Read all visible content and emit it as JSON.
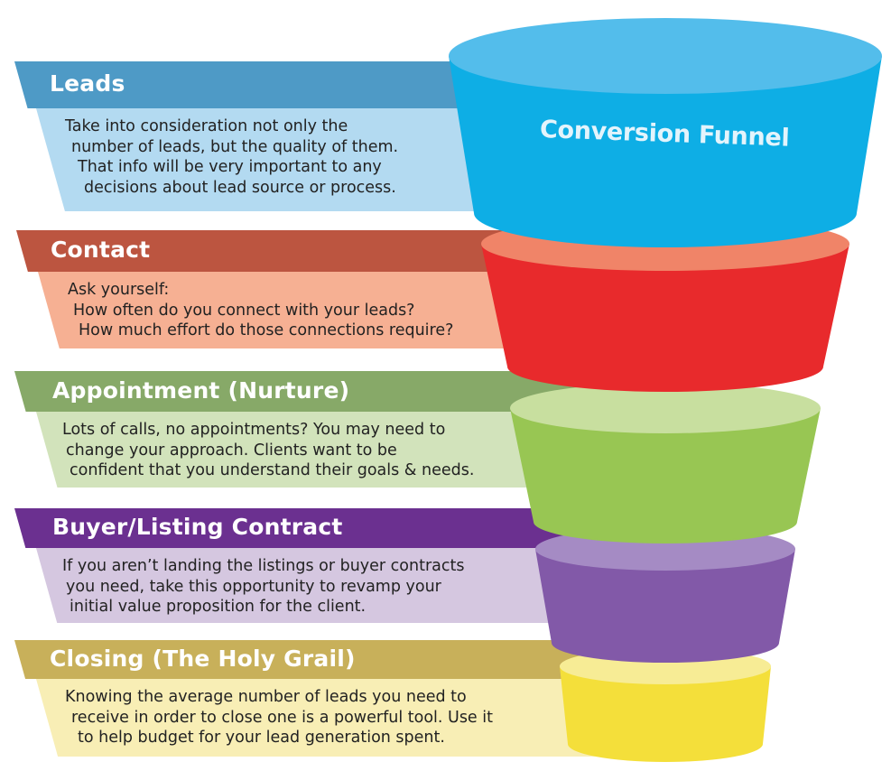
{
  "funnel_title": "Conversion Funnel",
  "stages": [
    {
      "title": "Leads",
      "lines": [
        "Take into consideration not only the",
        "number of leads, but the quality of them.",
        "That info will be very important to any",
        "decisions about lead source or process."
      ],
      "colors": {
        "header": "#4e9ac6",
        "panel": "#b3daf1",
        "funnel": "#0eaee5",
        "rim": "#53bdeb"
      }
    },
    {
      "title": "Contact",
      "lines": [
        "Ask yourself:",
        "How often do you connect with your leads?",
        "How much effort do those connections require?"
      ],
      "colors": {
        "header": "#bc5540",
        "panel": "#f6b093",
        "funnel": "#e82a2c",
        "rim": "#f08468"
      }
    },
    {
      "title": "Appointment (Nurture)",
      "lines": [
        "Lots of calls, no appointments? You may need to",
        "change your approach. Clients want to be",
        "confident that you understand their goals & needs."
      ],
      "colors": {
        "header": "#87a968",
        "panel": "#d2e3bb",
        "funnel": "#98c653",
        "rim": "#c8df9f"
      }
    },
    {
      "title": "Buyer/Listing Contract",
      "lines": [
        "If you aren’t landing the listings or buyer contracts",
        "you need, take this opportunity to revamp your",
        "initial value proposition for the client."
      ],
      "colors": {
        "header": "#6b3090",
        "panel": "#d5c7e0",
        "funnel": "#8259a8",
        "rim": "#a58bc4"
      }
    },
    {
      "title": "Closing (The Holy Grail)",
      "lines": [
        "Knowing the average number of leads you need to",
        "receive in order to close one is a powerful tool. Use it",
        "to help budget for your lead generation spent."
      ],
      "colors": {
        "header": "#c8b05a",
        "panel": "#f8eeb5",
        "funnel": "#f4df3a",
        "rim": "#f7ec95"
      }
    }
  ]
}
